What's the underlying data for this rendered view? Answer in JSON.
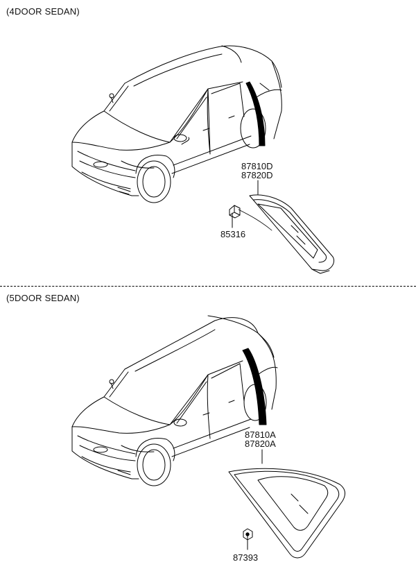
{
  "sections": [
    {
      "title": "(4DOOR SEDAN)",
      "parts": [
        "87810D",
        "87820D"
      ],
      "clip": "85316"
    },
    {
      "title": "(5DOOR SEDAN)",
      "parts": [
        "87810A",
        "87820A"
      ],
      "clip": "87393"
    }
  ]
}
